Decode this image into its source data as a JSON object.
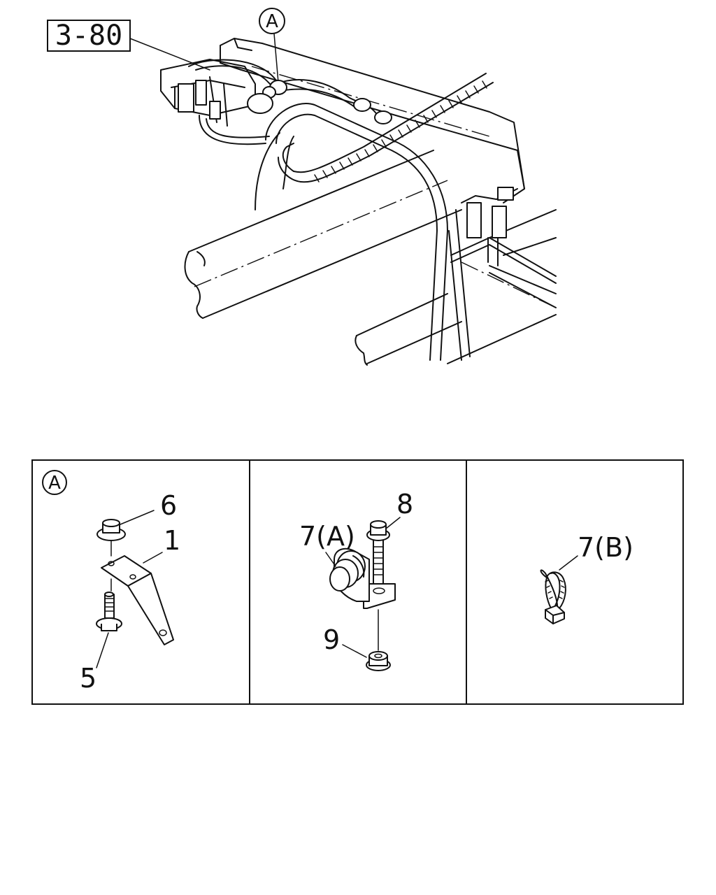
{
  "reference": {
    "label": "3-80"
  },
  "callout": {
    "letter": "A"
  },
  "panels": [
    {
      "id": "A",
      "badge": "A",
      "parts": [
        {
          "number": "6",
          "name": "flange-nut"
        },
        {
          "number": "1",
          "name": "bracket"
        },
        {
          "number": "5",
          "name": "flange-bolt"
        }
      ]
    },
    {
      "id": "B",
      "parts": [
        {
          "number": "8",
          "name": "bolt"
        },
        {
          "number": "7(A)",
          "name": "clip"
        },
        {
          "number": "9",
          "name": "nut"
        }
      ]
    },
    {
      "id": "C",
      "parts": [
        {
          "number": "7(B)",
          "name": "cable-tie"
        }
      ]
    }
  ]
}
